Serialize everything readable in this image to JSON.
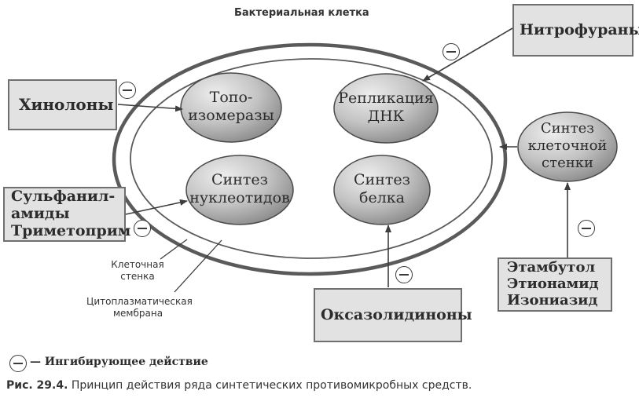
{
  "title": "Бактериальная клетка",
  "ovals": {
    "topoisomerase": [
      "Топо-",
      "изомеразы"
    ],
    "dna_replication": [
      "Репликация",
      "ДНК"
    ],
    "nucleotide_synthesis": [
      "Синтез",
      "нуклеотидов"
    ],
    "protein_synthesis": [
      "Синтез",
      "белка"
    ],
    "cell_wall_synthesis": [
      "Синтез",
      "клеточной",
      "стенки"
    ]
  },
  "drugs": {
    "quinolones": "Хинолоны",
    "nitrofurans": "Нитрофураны",
    "sulfonamides": [
      "Сульфанил-",
      "амиды",
      "Триметоприм"
    ],
    "oxazolidinones": "Оксазолидиноны",
    "antituberculosis": [
      "Этамбутол",
      "Этионамид",
      "Изониазид"
    ]
  },
  "labels": {
    "cell_wall": [
      "Клеточная",
      "стенка"
    ],
    "cytoplasmic_membrane": [
      "Цитоплазматическая",
      "мембрана"
    ]
  },
  "legend": {
    "text": "— Ингибирующее действие"
  },
  "caption": {
    "prefix": "Рис. 29.4.",
    "text": "Принцип действия ряда синтетических противомикробных средств."
  }
}
